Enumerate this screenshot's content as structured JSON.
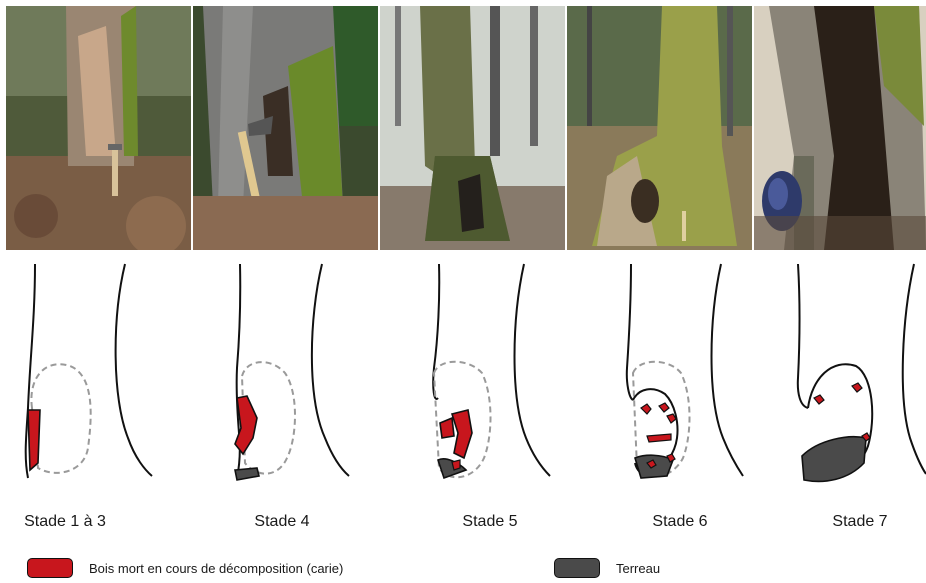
{
  "stages": [
    {
      "label": "Stade 1 à 3"
    },
    {
      "label": "Stade 4"
    },
    {
      "label": "Stade 5"
    },
    {
      "label": "Stade 6"
    },
    {
      "label": "Stade 7"
    }
  ],
  "legend": [
    {
      "label": "Bois mort en cours de décomposition (carie)",
      "color": "#c8161d"
    },
    {
      "label": "Terreau",
      "color": "#4a4a4a"
    }
  ],
  "colors": {
    "decay_red": "#c8161d",
    "soil_gray": "#4a4a4a",
    "outline": "#111111",
    "cavity_dash": "#9a9a9a"
  }
}
